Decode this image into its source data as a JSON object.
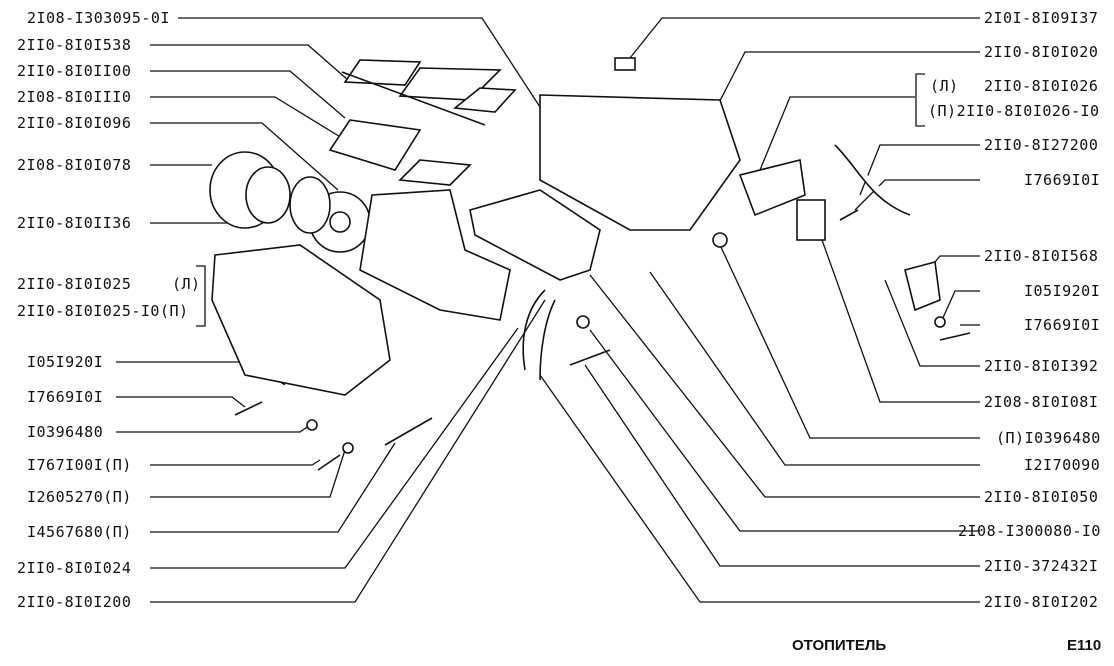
{
  "diagram": {
    "footer_title": "ОТОПИТЕЛЬ",
    "page_code": "E110",
    "labels_left": [
      "2I08-I303095-0I",
      "2II0-8I0I538",
      "2II0-8I0II00",
      "2I08-8I0III0",
      "2II0-8I0I096",
      "2I08-8I0I078",
      "2II0-8I0II36",
      "2II0-8I0I025",
      "2II0-8I0I025-I0(П)",
      "I05I920I",
      "I7669I0I",
      "I0396480",
      "I767I00I(П)",
      "I2605270(П)",
      "I4567680(П)",
      "2II0-8I0I024",
      "2II0-8I0I200"
    ],
    "bracket_left_suffix": "(Л)",
    "labels_right": [
      "2I0I-8I09I37",
      "2II0-8I0I020",
      "2II0-8I0I026",
      "(П)2II0-8I0I026-I0",
      "2II0-8I27200",
      "I7669I0I",
      "2II0-8I0I568",
      "I05I920I",
      "I7669I0I",
      "2II0-8I0I392",
      "2I08-8I0I08I",
      "(П)I0396480",
      "I2I70090",
      "2II0-8I0I050",
      "2I08-I300080-I0",
      "2II0-372432I",
      "2II0-8I0I202"
    ],
    "bracket_right_prefix": "(Л)"
  }
}
